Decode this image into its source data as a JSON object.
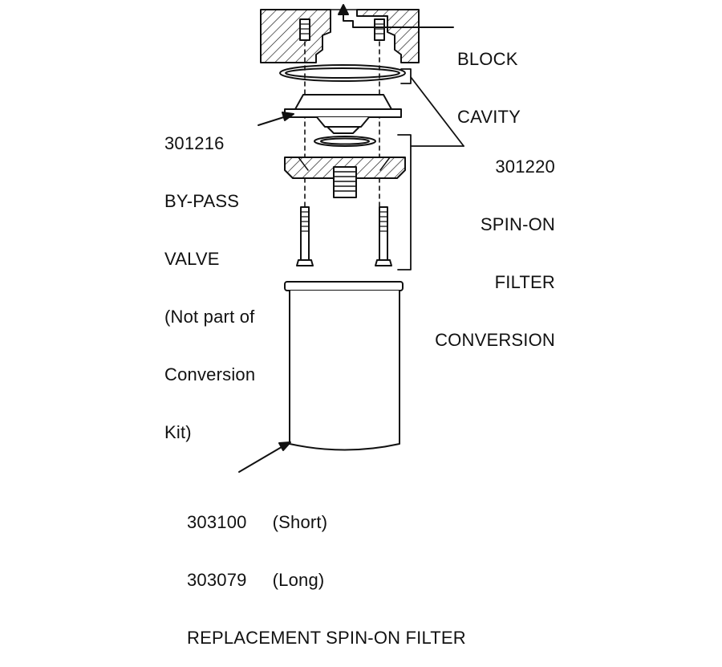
{
  "labels": {
    "block_cavity": [
      "BLOCK",
      "CAVITY"
    ],
    "bypass_valve": [
      "301216",
      "BY-PASS",
      "VALVE",
      "(Not part of",
      "Conversion",
      "Kit)"
    ],
    "conversion_kit": [
      "301220",
      "SPIN-ON",
      "FILTER",
      "CONVERSION"
    ],
    "replacement_filter": {
      "short_part": "303100",
      "short_desc": "(Short)",
      "long_part": "303079",
      "long_desc": "(Long)",
      "caption": "REPLACEMENT SPIN-ON FILTER"
    }
  }
}
